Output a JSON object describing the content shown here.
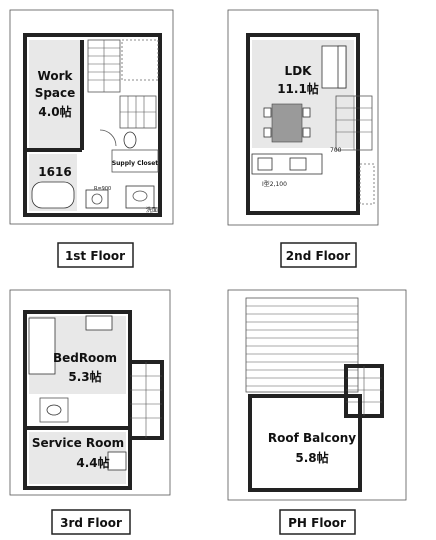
{
  "floors": {
    "first": {
      "caption": "1st Floor",
      "work_space_line1": "Work",
      "work_space_line2": "Space",
      "work_space_size": "4.0帖",
      "bath_label": "1616",
      "supply_closet": "Supply Closet",
      "note_r900": "R=900",
      "note_washroom": "洗面"
    },
    "second": {
      "caption": "2nd Floor",
      "ldk_label": "LDK",
      "ldk_size": "11.1帖",
      "note_700": "700",
      "note_kitchen": "I型2,100"
    },
    "third": {
      "caption": "3rd Floor",
      "bedroom_label": "BedRoom",
      "bedroom_size": "5.3帖",
      "service_room_label": "Service Room",
      "service_room_size": "4.4帖"
    },
    "ph": {
      "caption": "PH Floor",
      "roof_balcony_label": "Roof Balcony",
      "roof_balcony_size": "5.8帖"
    }
  }
}
